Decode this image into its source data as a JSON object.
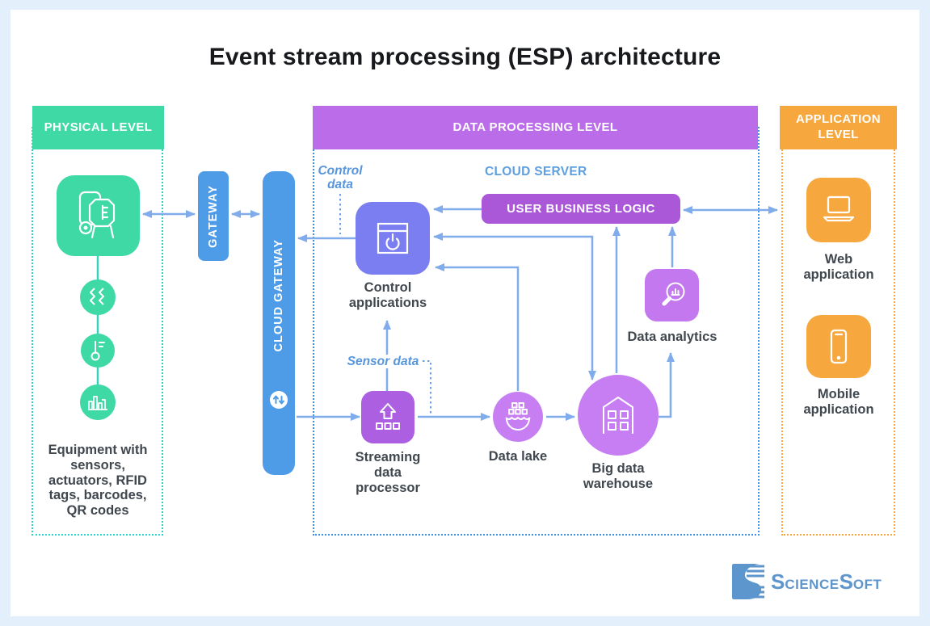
{
  "title": "Event stream processing (ESP) architecture",
  "physical_level": {
    "header": "PHYSICAL LEVEL",
    "equipment_caption": "Equipment with sensors, actuators, RFID tags, barcodes, QR codes"
  },
  "gateway": {
    "label": "GATEWAY"
  },
  "processing_level": {
    "header": "DATA PROCESSING LEVEL",
    "cloud_gateway": "CLOUD GATEWAY",
    "cloud_server_label": "CLOUD SERVER",
    "user_business_logic": "USER BUSINESS LOGIC",
    "control_applications": "Control applications",
    "streaming_data_processor": "Streaming data processor",
    "data_lake": "Data lake",
    "big_data_warehouse": "Big data warehouse",
    "data_analytics": "Data analytics",
    "control_data_label": "Control data",
    "sensor_data_label": "Sensor data"
  },
  "application_level": {
    "header": "APPLICATION LEVEL",
    "web_application": "Web application",
    "mobile_application": "Mobile application"
  },
  "logo": {
    "full_name": "ScienceSoft",
    "part1": "S",
    "part2": "CIENCE",
    "part3": "S",
    "part4": "OFT"
  },
  "colors": {
    "green": "#3ed9a4",
    "teal_border": "#2bd3c8",
    "purple_header": "#bb6ce9",
    "ubl_purple": "#aa58d8",
    "periwinkle": "#7a7ef0",
    "processor_purple": "#ad5fe2",
    "circle_purple": "#c77ef2",
    "gateway_blue": "#4e9ce7",
    "arrow_blue": "#80aceb",
    "dotted_blue": "#3d8fe5",
    "orange": "#f6a83e",
    "blue_text": "#5796dd",
    "logo_blue": "#5d95cd"
  }
}
